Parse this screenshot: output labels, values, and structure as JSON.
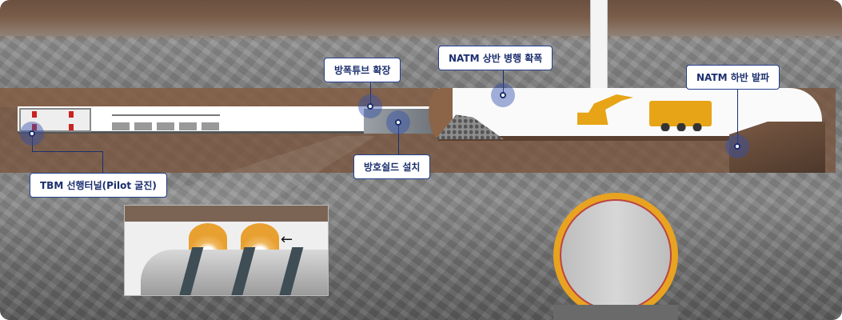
{
  "labels": {
    "blast_tube": "방폭튜브 확장",
    "natm_upper": "NATM 상반 병행 확폭",
    "natm_lower": "NATM 하반 발파",
    "tbm_pilot": "TBM 선행터널(Pilot 굴진)",
    "shield": "방호쉴드 설치"
  },
  "colors": {
    "label_border": "#23408e",
    "label_text": "#1b2f6e",
    "equipment": "#e7a417"
  }
}
